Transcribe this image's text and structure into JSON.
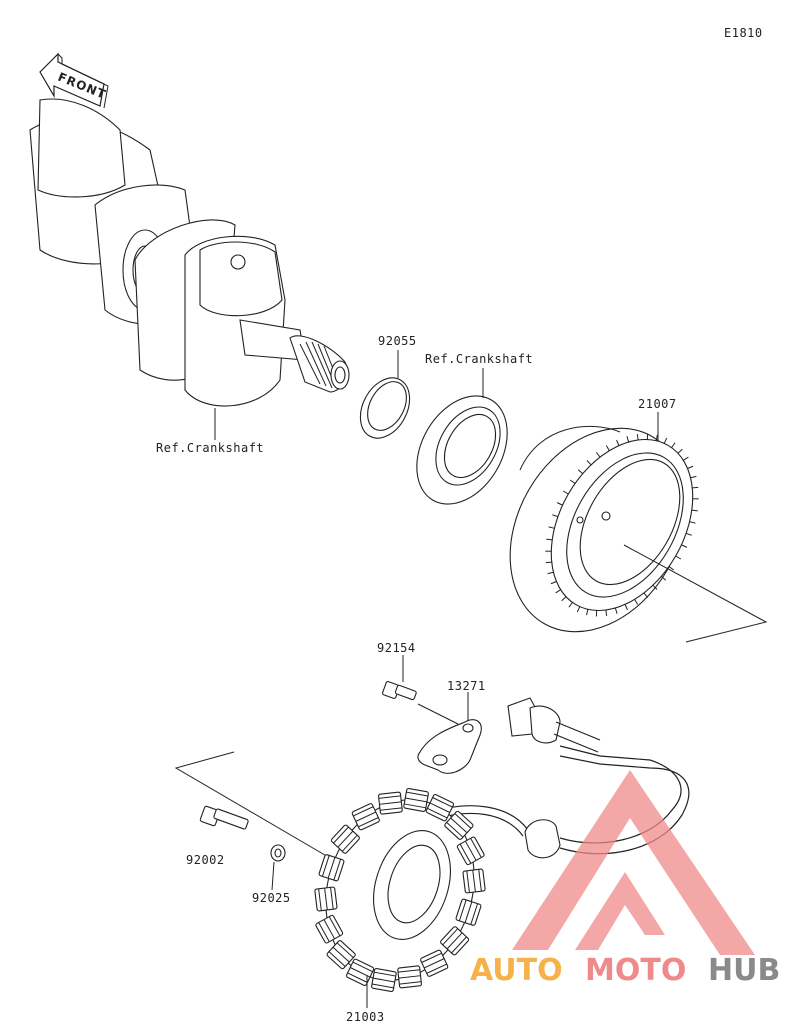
{
  "diagram_id": "E1810",
  "front_label": "FRONT",
  "callouts": {
    "crankshaft_ref_1": "Ref.Crankshaft",
    "crankshaft_ref_2": "Ref.Crankshaft",
    "p92055": "92055",
    "p21007": "21007",
    "p92154": "92154",
    "p13271": "13271",
    "p92002": "92002",
    "p92025": "92025",
    "p21003": "21003"
  },
  "watermark": {
    "part1": "AUTO",
    "part2": "MOTO",
    "part3": "HUB",
    "color_orange": "#f5b24a",
    "color_red": "#f08a8a",
    "color_gray": "#8a8a8a"
  }
}
